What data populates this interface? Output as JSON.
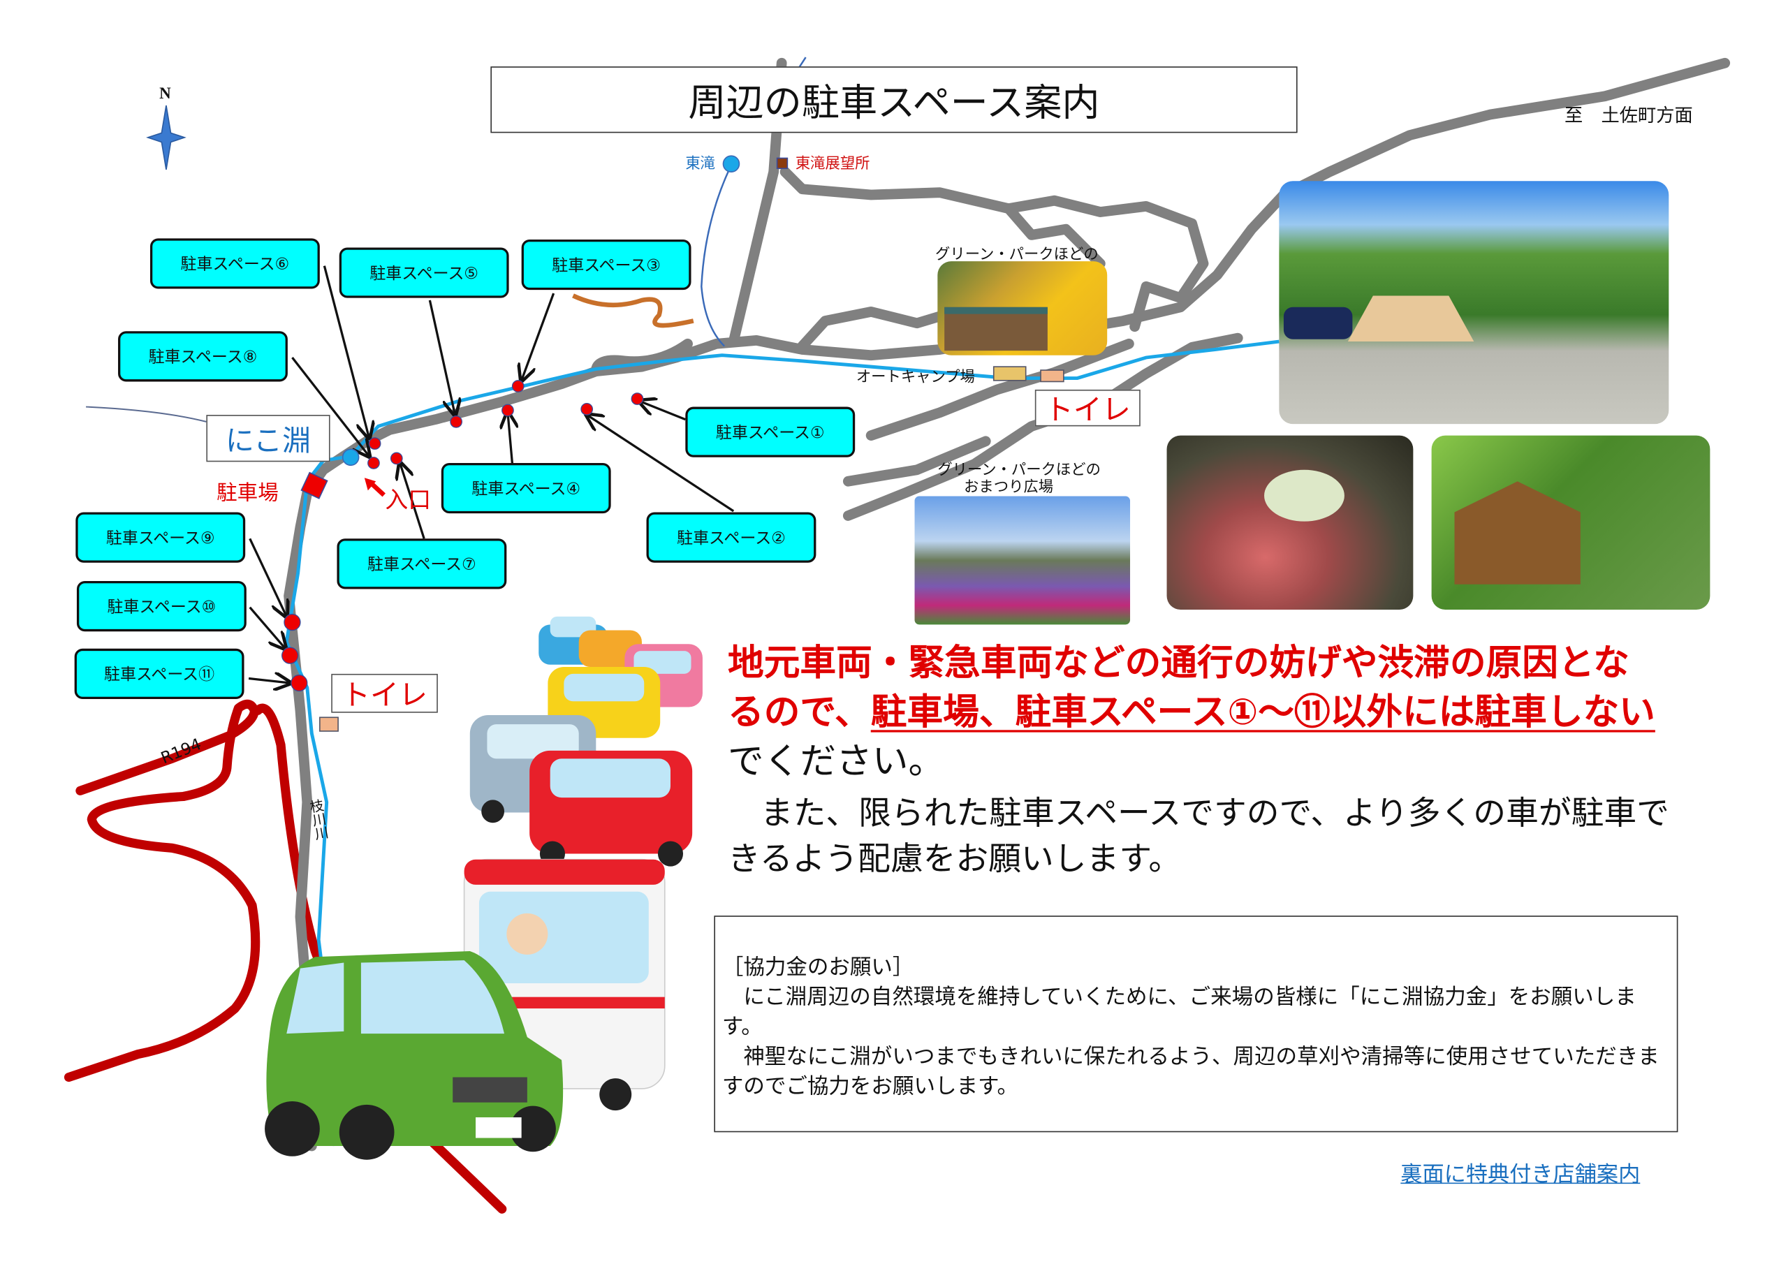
{
  "title": "周辺の駐車スペース案内",
  "compass": {
    "label": "N"
  },
  "direction": "至　土佐町方面",
  "places": {
    "higashi_taki": "東滝",
    "higashi_taki_view": "東滝展望所",
    "nikobuchi": "にこ淵",
    "parking": "駐車場",
    "entrance": "入口",
    "toilet": "トイレ",
    "autocamp": "オートキャンプ場",
    "green_park": "グリーン・パークほどの",
    "green_park_festival_1": "グリーン・パークほどの",
    "green_park_festival_2": "おまつり広場",
    "river": "枝川川",
    "route": "R194"
  },
  "parking_spaces": [
    "駐車スペース①",
    "駐車スペース②",
    "駐車スペース③",
    "駐車スペース④",
    "駐車スペース⑤",
    "駐車スペース⑥",
    "駐車スペース⑦",
    "駐車スペース⑧",
    "駐車スペース⑨",
    "駐車スペース⑩",
    "駐車スペース⑪"
  ],
  "notice": {
    "part1": "地元車両・緊急車両などの通行の妨げや渋滞の原因となるので、",
    "part2": "駐車場、駐車スペース①～⑪以外には駐車しない",
    "part3": "でください。",
    "para2": "　また、限られた駐車スペースですので、より多くの車が駐車できるよう配慮をお願いします。"
  },
  "donation": {
    "heading": "［協力金のお願い］",
    "p1": "　にこ淵周辺の自然環境を維持していくために、ご来場の皆様に「にこ淵協力金」をお願いします。",
    "p2": "　神聖なにこ淵がいつまでもきれいに保たれるよう、周辺の草刈や清掃等に使用させていただきますのでご協力をお願いします。"
  },
  "back_link": "裏面に特典付き店舗案内",
  "colors": {
    "road": "#808080",
    "river": "#1aa7e8",
    "route": "#c00000",
    "label_bg": "#00ffff",
    "alert": "#e00000"
  }
}
